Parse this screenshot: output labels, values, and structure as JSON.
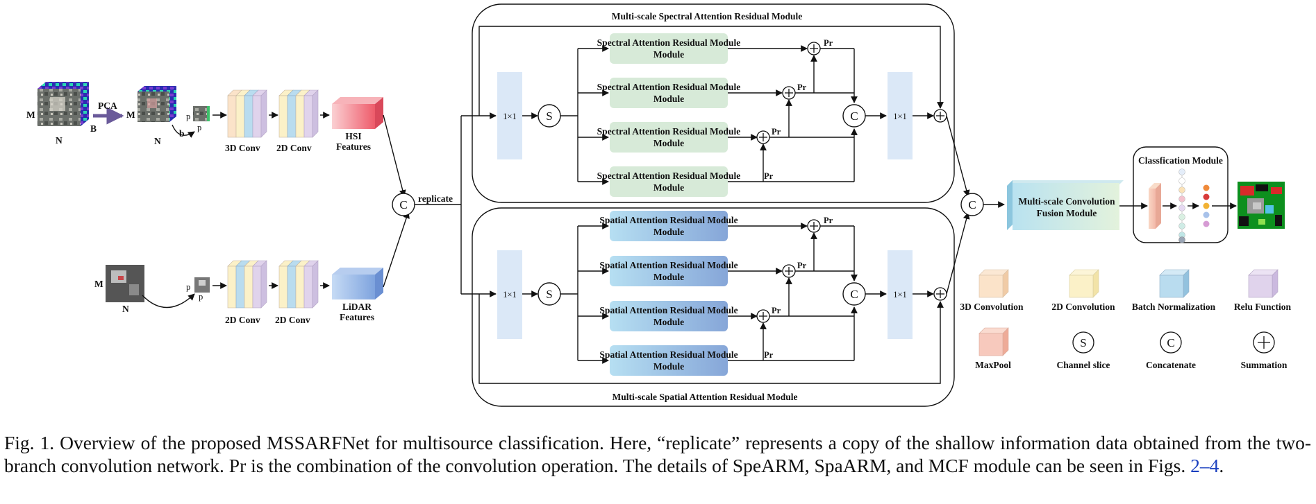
{
  "figure": {
    "top_module_title": "Multi-scale Spectral Attention Residual Module",
    "bottom_module_title": "Multi-scale Spatial Attention Residual Module",
    "spectral_block": "Spectral Attention Residual Module",
    "spatial_block": "Spatial Attention Residual Module",
    "conv1x1": "1×1",
    "slice_symbol": "S",
    "concat_symbol": "C",
    "sum_symbol": "+",
    "pr": "Pr",
    "replicate": "replicate",
    "pca": "PCA",
    "dim_M": "M",
    "dim_N": "N",
    "dim_B": "B",
    "dim_b": "b",
    "dim_p": "p",
    "conv3d": "3D Conv",
    "conv2d": "2D Conv",
    "hsi_features": [
      "HSI",
      "Features"
    ],
    "lidar_features": [
      "LiDAR",
      "Features"
    ],
    "mcf": [
      "Multi-scale Convolution",
      "Fusion Module"
    ],
    "classification": "Classfication Module",
    "legend": [
      "3D Convolution",
      "2D Convolution",
      "Batch Normalization",
      "Relu Function",
      "MaxPool",
      "Channel slice",
      "Concatenate",
      "Summation"
    ],
    "colors": {
      "conv3d": "#fbe3c9",
      "conv2d": "#fbf1c8",
      "batchnorm": "#b9dcef",
      "relu": "#e0d3ec",
      "maxpool": "#f7c9bd",
      "spectral": "#d7ead8",
      "spatial_start": "#b6dff2",
      "spatial_end": "#8fb0dd",
      "conv1x1": "#dbe8f7",
      "hsi": "#f26d7a",
      "lidar": "#8fb1e4",
      "mcf": "#cdeaea"
    }
  },
  "caption": {
    "prefix": "Fig. 1.    Overview of the proposed MSSARFNet for multisource classification. Here, “replicate” represents a copy of the shallow information data obtained from the two-branch convolution network. Pr is the combination of the convolution operation. The details of SpeARM, SpaARM, and MCF module can be seen in Figs. ",
    "link": "2–4",
    "suffix": "."
  }
}
